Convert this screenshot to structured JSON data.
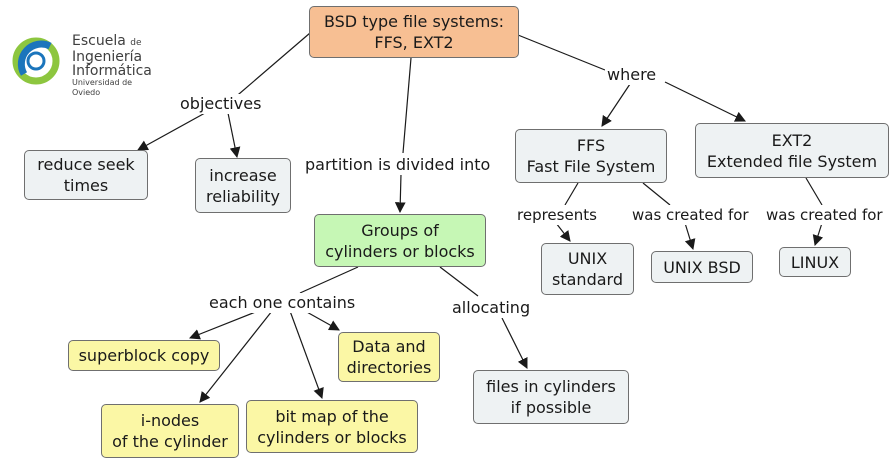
{
  "logo": {
    "line1": "Escuela",
    "line1_suffix": "de",
    "line2": "Ingeniería",
    "line3": "Informática",
    "line4": "Universidad de Oviedo",
    "colors": {
      "ring_green": "#8dc63f",
      "ring_blue": "#1b75bc"
    }
  },
  "nodes": {
    "root": "BSD type file systems:\nFFS, EXT2",
    "reduce_seek": "reduce seek\ntimes",
    "increase_reliability": "increase\nreliability",
    "groups": "Groups of\ncylinders or blocks",
    "ffs": "FFS\nFast File System",
    "ext2": "EXT2\nExtended file System",
    "unix_standard": "UNIX\nstandard",
    "unix_bsd": "UNIX BSD",
    "linux": "LINUX",
    "superblock": "superblock copy",
    "data_dirs": "Data and\ndirectories",
    "inodes": "i-nodes\nof the cylinder",
    "bitmap": "bit map of the\ncylinders or blocks",
    "files_cyl": "files in cylinders\nif possible"
  },
  "labels": {
    "objectives": "objectives",
    "partition": "partition is divided into",
    "where": "where",
    "represents": "represents",
    "created_for_1": "was created for",
    "created_for_2": "was created for",
    "each_one": "each one contains",
    "allocating": "allocating"
  },
  "colors": {
    "root_fill": "#f7bf93",
    "neutral_fill": "#eef2f3",
    "green_fill": "#c6f7b5",
    "yellow_fill": "#fbf7a5",
    "line": "#1a1a1a"
  }
}
